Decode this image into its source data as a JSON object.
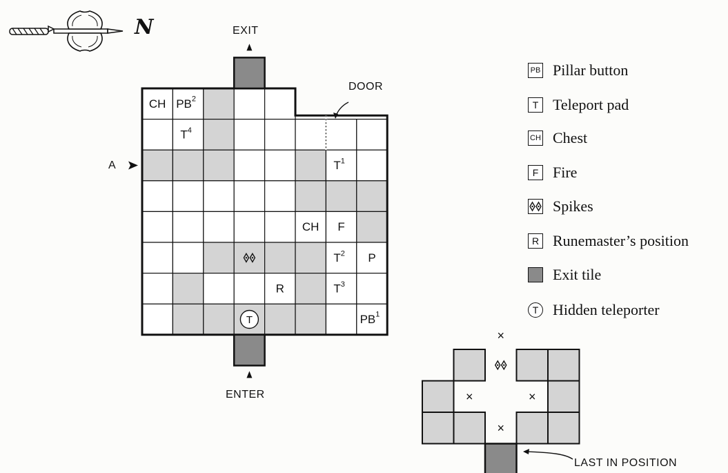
{
  "compass_label": "N",
  "exit_label": "EXIT",
  "enter_label": "ENTER",
  "door_label": "DOOR",
  "a_label": "A",
  "last_label": "LAST IN POSITION",
  "colors": {
    "shade": "#d4d4d4",
    "dark": "#8a8a8a",
    "line": "#111111"
  },
  "grid": {
    "rows": [
      [
        "CH",
        "PB2",
        "S",
        "W",
        "W",
        "N",
        "N",
        "N"
      ],
      [
        "W",
        "T4",
        "S",
        "W",
        "W",
        "W",
        "W",
        "W"
      ],
      [
        "S",
        "S",
        "S",
        "W",
        "W",
        "S",
        "T1",
        "W"
      ],
      [
        "W",
        "W",
        "W",
        "W",
        "W",
        "S",
        "S",
        "S"
      ],
      [
        "W",
        "W",
        "W",
        "W",
        "W",
        "CH",
        "F",
        "S"
      ],
      [
        "W",
        "W",
        "S",
        "SPK",
        "S",
        "S",
        "T2",
        "P"
      ],
      [
        "W",
        "S",
        "W",
        "W",
        "R",
        "S",
        "T3",
        "W"
      ],
      [
        "W",
        "S",
        "S",
        "HT",
        "S",
        "S",
        "W",
        "PB1"
      ]
    ]
  },
  "legend": [
    {
      "icon": "PB",
      "text": "Pillar button"
    },
    {
      "icon": "T",
      "text": "Teleport pad"
    },
    {
      "icon": "CH",
      "text": "Chest"
    },
    {
      "icon": "F",
      "text": "Fire"
    },
    {
      "icon": "spikes",
      "text": "Spikes"
    },
    {
      "icon": "R",
      "text": "Runemaster’s position"
    },
    {
      "icon": "exit",
      "text": "Exit tile"
    },
    {
      "icon": "hidden",
      "text": "Hidden teleporter"
    }
  ],
  "mini_marks": {
    "x": "×",
    "spikes": "◊◊"
  }
}
